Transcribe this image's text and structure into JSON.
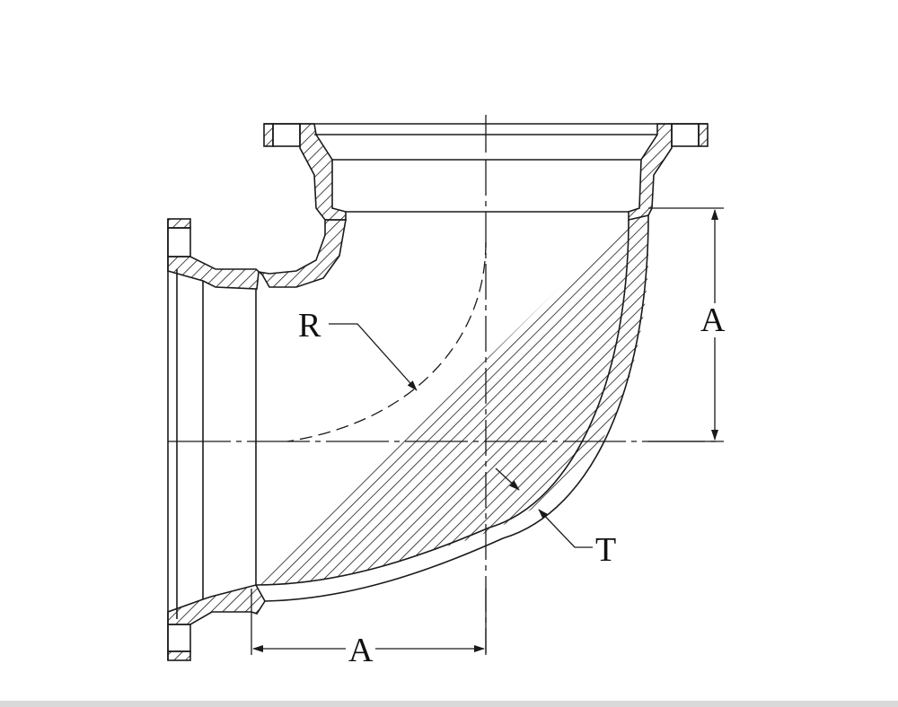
{
  "figure": {
    "subject": "90 degree flanged ductile iron elbow, cross-section",
    "labels": {
      "radius": "R",
      "thickness": "T",
      "dimension_vertical": "A",
      "dimension_horizontal": "A"
    },
    "colors": {
      "line": "#1a1a1a",
      "background": "#ffffff",
      "footer_bar": "#d9d9d9"
    }
  }
}
